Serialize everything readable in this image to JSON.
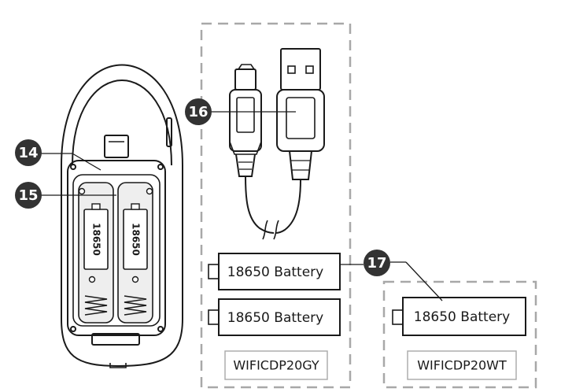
{
  "callouts": {
    "c14": "14",
    "c15": "15",
    "c16": "16",
    "c17": "17"
  },
  "cells": {
    "left_cell": "18650",
    "right_cell": "18650"
  },
  "batteries": {
    "gy_battery_1": "18650 Battery",
    "gy_battery_2": "18650 Battery",
    "wt_battery": "18650 Battery"
  },
  "models": {
    "gy": "WIFICDP20GY",
    "wt": "WIFICDP20WT"
  },
  "colors": {
    "line": "#1a1a1a",
    "callout_fill": "#333333",
    "dash": "#a8a8a8",
    "cell_fill": "#eeeeee",
    "bg": "#ffffff"
  }
}
